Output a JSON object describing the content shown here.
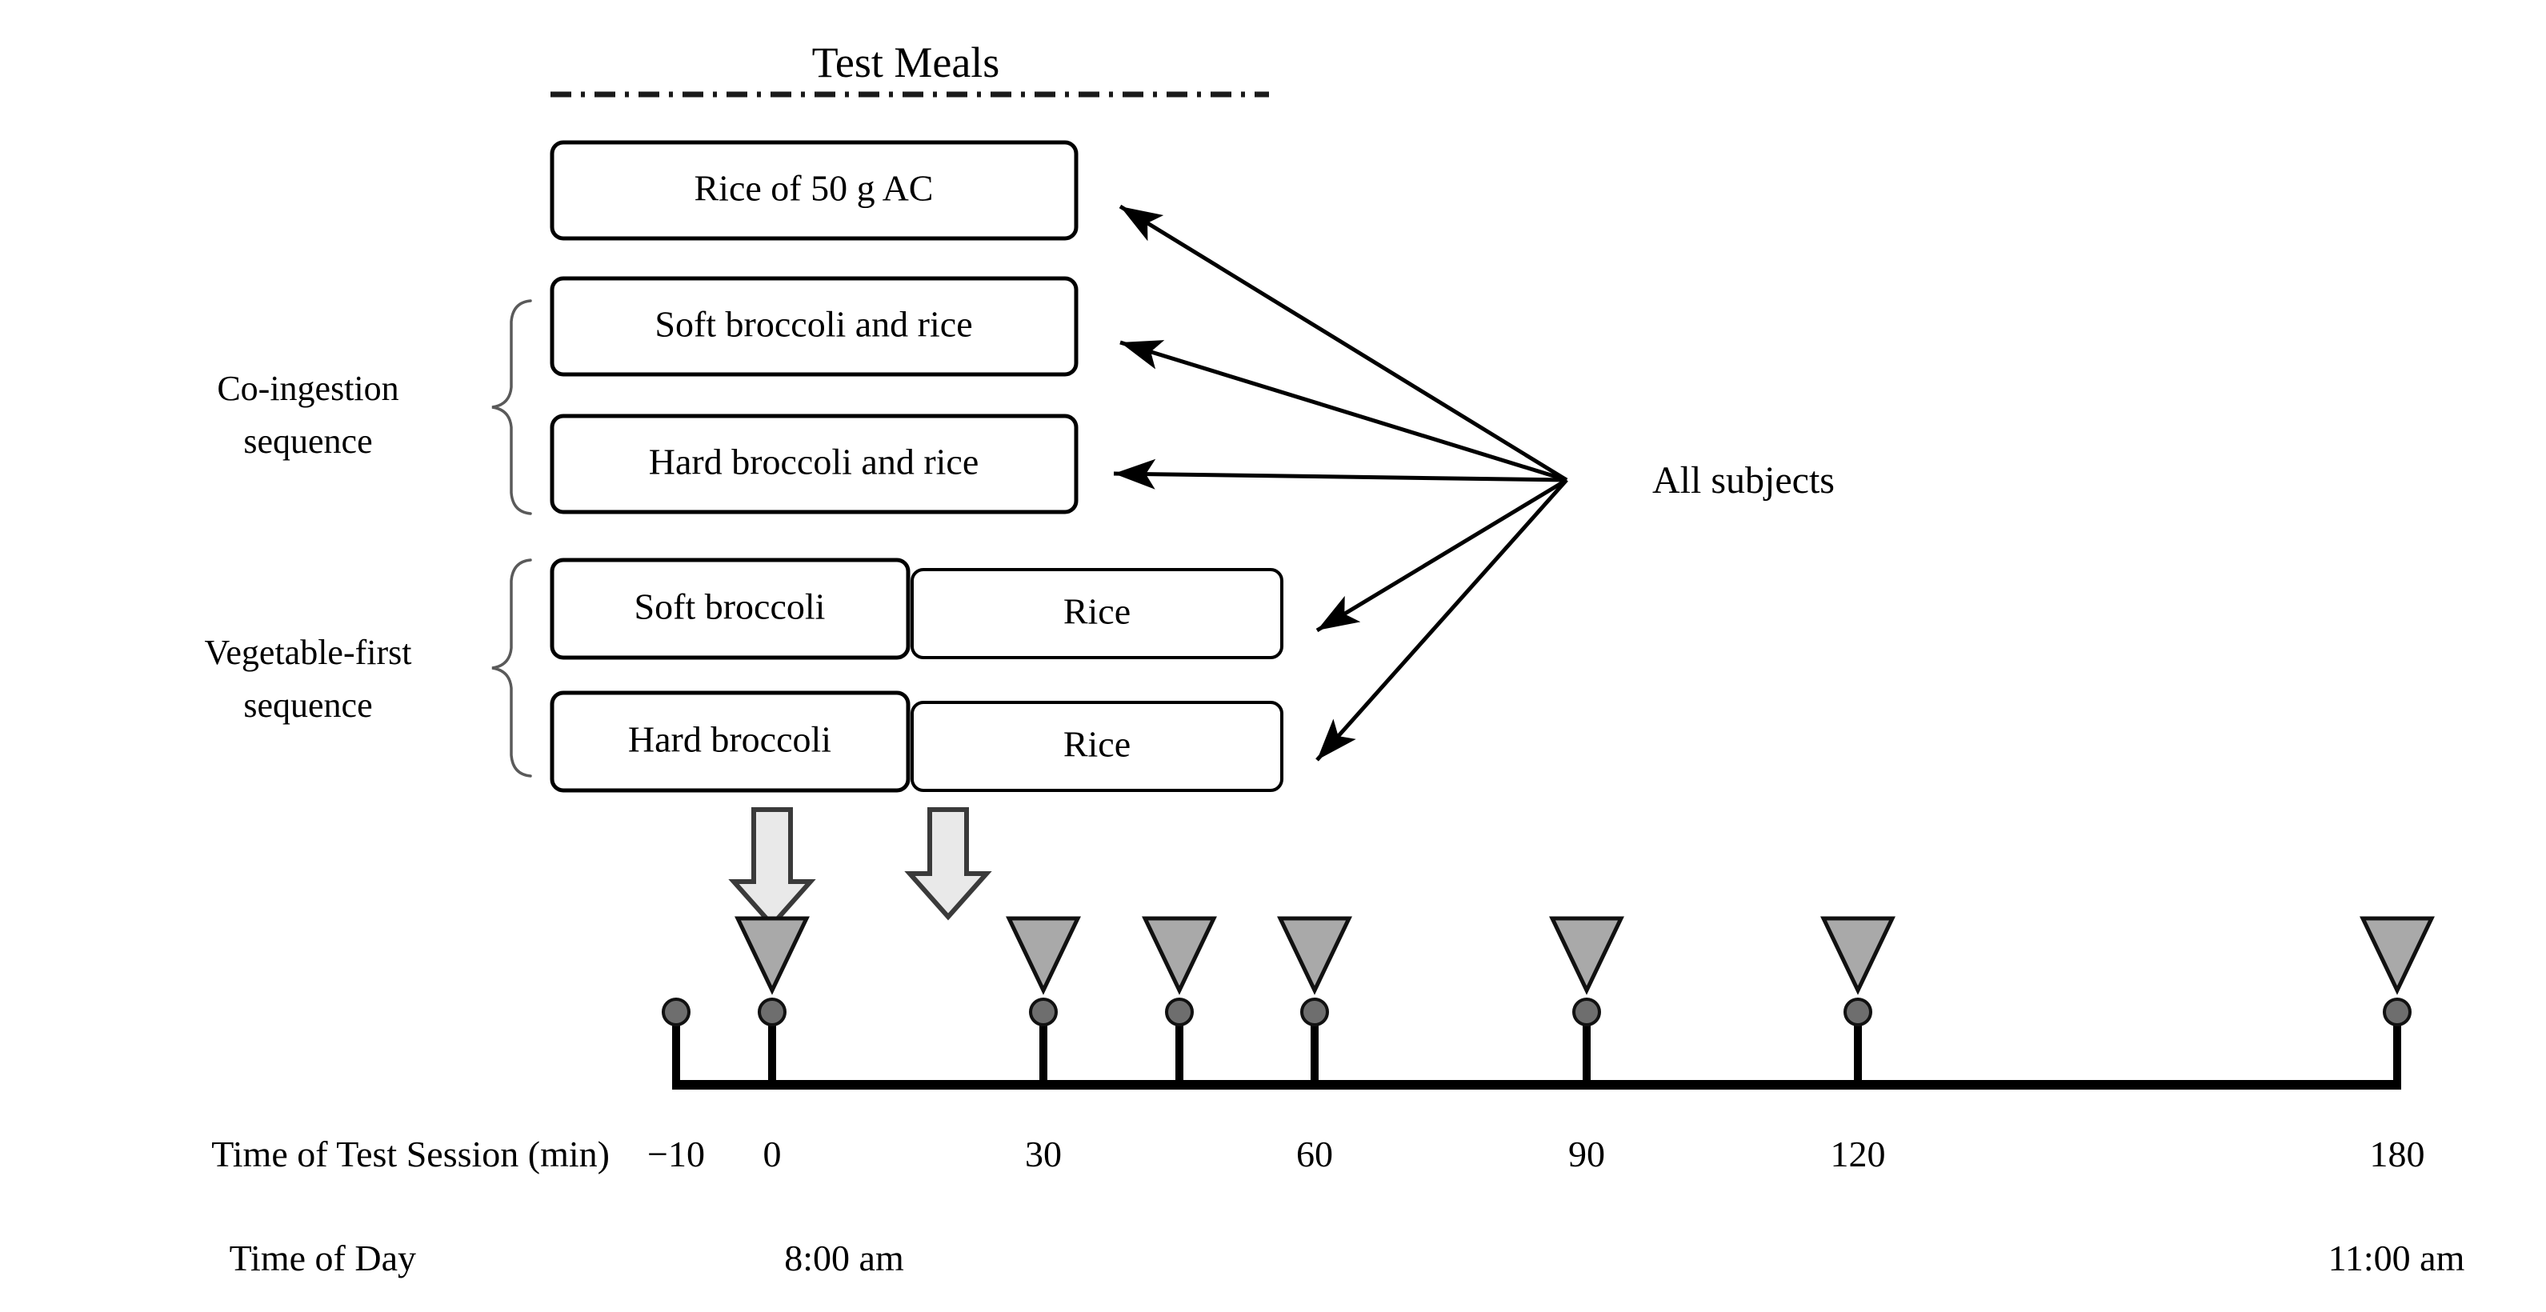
{
  "figure": {
    "title": "Test Meals",
    "subjects_label": "All subjects"
  },
  "groups": [
    {
      "id": "co-ingestion",
      "line1": "Co-ingestion",
      "line2": "sequence"
    },
    {
      "id": "vegetable-first",
      "line1": "Vegetable-first",
      "line2": "sequence"
    }
  ],
  "meals": [
    {
      "id": "rice-50g-ac",
      "primary": "Rice of 50 g AC",
      "secondary": null
    },
    {
      "id": "soft-broccoli-and-rice",
      "primary": "Soft broccoli and rice",
      "secondary": null
    },
    {
      "id": "hard-broccoli-and-rice",
      "primary": "Hard broccoli and rice",
      "secondary": null
    },
    {
      "id": "soft-broccoli-then-rice",
      "primary": "Soft broccoli",
      "secondary": "Rice"
    },
    {
      "id": "hard-broccoli-then-rice",
      "primary": "Hard broccoli",
      "secondary": "Rice"
    }
  ],
  "axes": {
    "session_label": "Time of Test Session (min)",
    "day_label": "Time of Day"
  },
  "chart_data": {
    "type": "timeline",
    "title": "Test Meals",
    "xlabel": "Time of Test Session (min)",
    "xlim": [
      -10,
      180
    ],
    "ticks": [
      {
        "value": -10,
        "label": "−10",
        "dot": true,
        "triangle": false
      },
      {
        "value": 0,
        "label": "0",
        "dot": true,
        "triangle": true
      },
      {
        "value": 30,
        "label": "30",
        "dot": true,
        "triangle": true
      },
      {
        "value": 45,
        "label": "",
        "dot": true,
        "triangle": true
      },
      {
        "value": 60,
        "label": "60",
        "dot": true,
        "triangle": true
      },
      {
        "value": 90,
        "label": "90",
        "dot": true,
        "triangle": true
      },
      {
        "value": 120,
        "label": "120",
        "dot": true,
        "triangle": true
      },
      {
        "value": 180,
        "label": "180",
        "dot": true,
        "triangle": true
      }
    ],
    "time_of_day": [
      {
        "value": 0,
        "label": "8:00 am"
      },
      {
        "value": 180,
        "label": "11:00 am"
      }
    ],
    "meal_arrows": [
      {
        "value": 0,
        "name": "first-meal-arrow"
      },
      {
        "value": 18,
        "name": "second-meal-arrow"
      }
    ]
  },
  "colors": {
    "triangle_fill": "#a9a9a9",
    "dot_fill": "#6e6e6e",
    "block_arrow_fill": "#e9e9e9",
    "stroke": "#000000"
  }
}
